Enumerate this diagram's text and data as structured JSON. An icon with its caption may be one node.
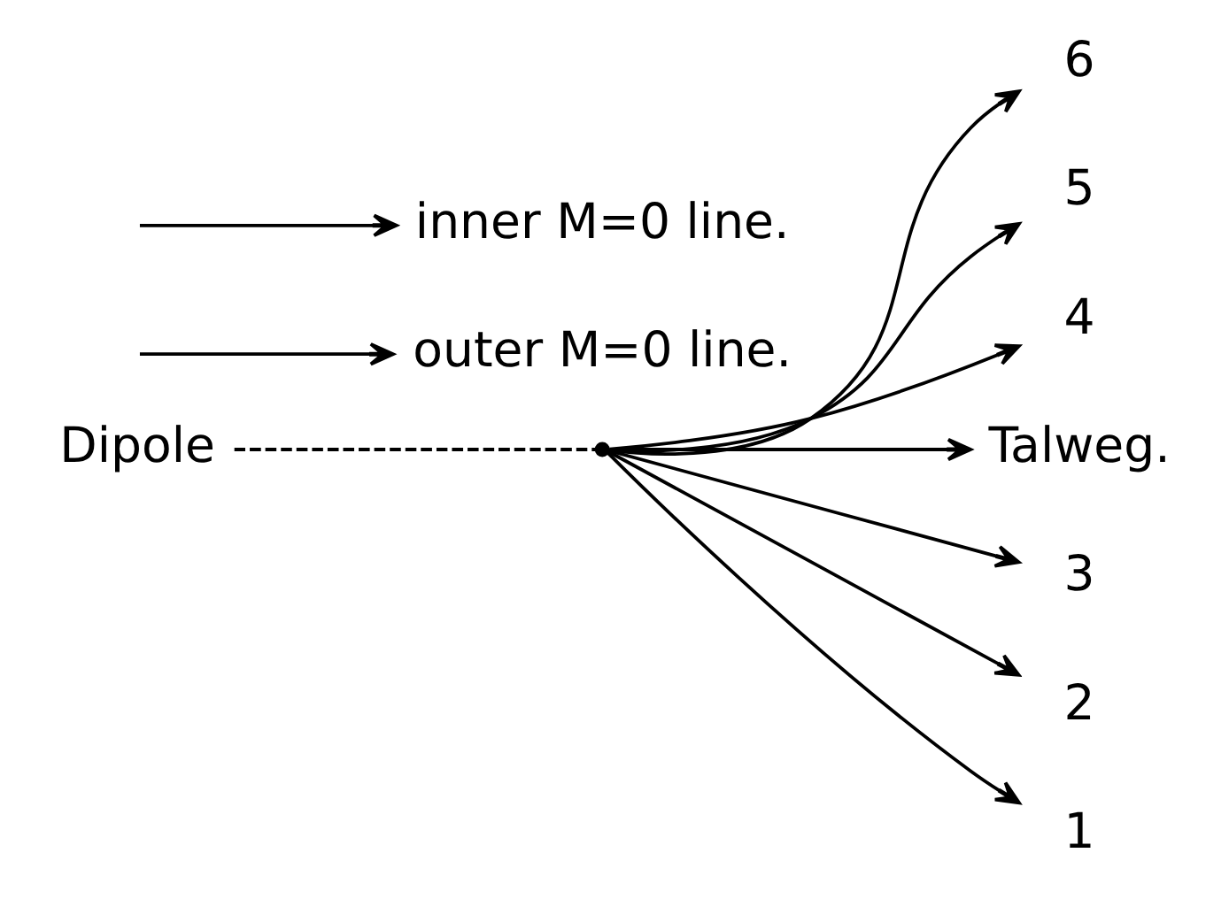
{
  "diagram": {
    "nodes": [
      {
        "text": [],
        "shape": "point"
      },
      {
        "text": [
          "6"
        ]
      },
      {
        "text": [
          "5"
        ]
      },
      {
        "text": [
          "4"
        ]
      },
      {
        "text": [
          "Talweg."
        ]
      },
      {
        "text": [
          "3"
        ]
      },
      {
        "text": [
          "2"
        ]
      },
      {
        "text": [
          "1"
        ]
      },
      {
        "text": [
          "Dipole"
        ]
      },
      {
        "text": [
          "outer M=0 line."
        ]
      },
      {
        "text": [
          "inner M=0 line."
        ]
      }
    ],
    "edges": [
      {
        "from": null,
        "to": 9,
        "arrow": "to"
      },
      {
        "from": 0,
        "to": 1,
        "arrow": "to"
      },
      {
        "from": 0,
        "to": 2,
        "arrow": "to"
      },
      {
        "from": 0,
        "to": 3,
        "arrow": "to"
      },
      {
        "from": 0,
        "to": 4,
        "arrow": "to"
      },
      {
        "from": 0,
        "to": 5,
        "arrow": "to"
      },
      {
        "from": 0,
        "to": 6,
        "arrow": "to"
      },
      {
        "from": 0,
        "to": 7,
        "arrow": "to"
      },
      {
        "from": 8,
        "to": 0,
        "arrow": "none",
        "style": "dashed"
      },
      {
        "from": null,
        "to": 10,
        "arrow": "to"
      }
    ]
  }
}
